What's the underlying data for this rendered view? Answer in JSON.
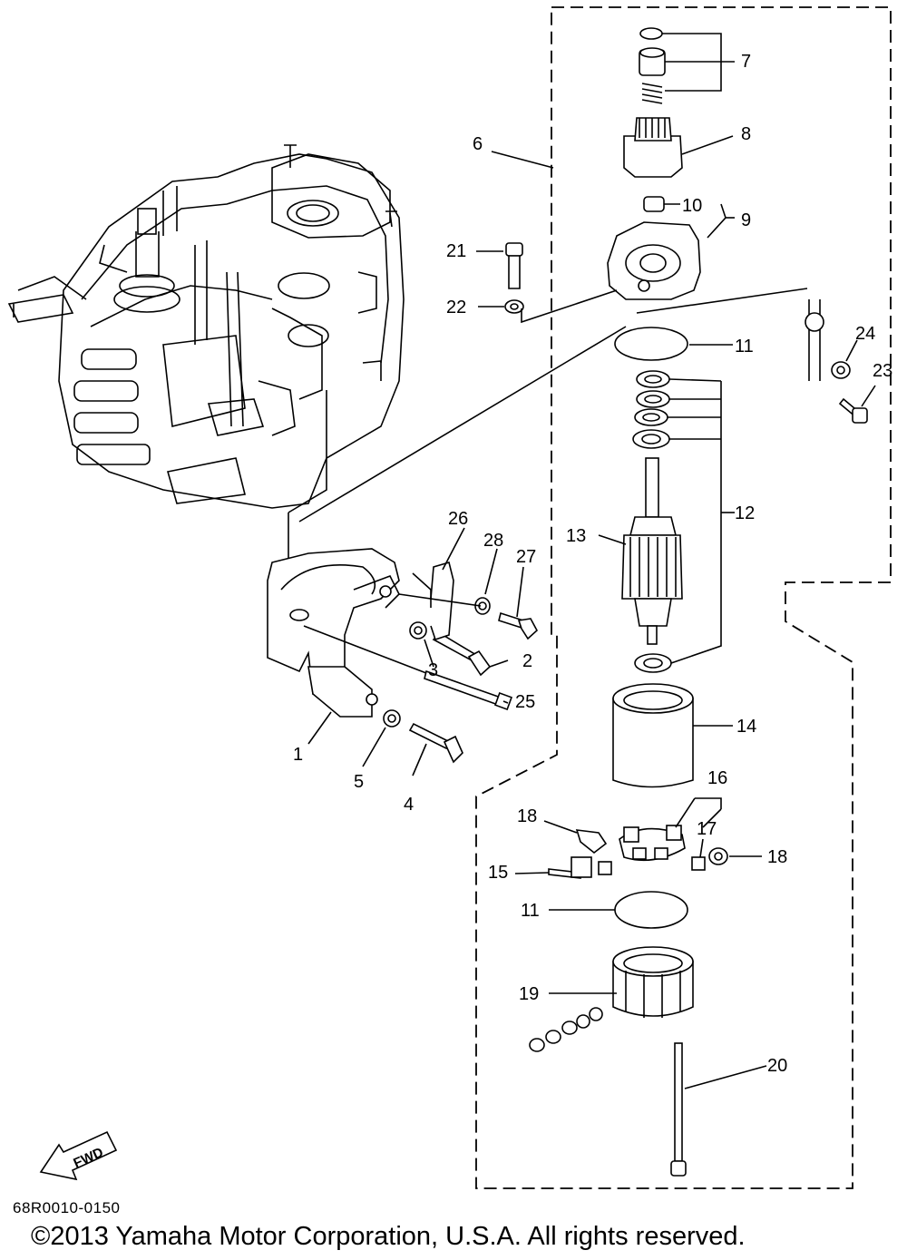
{
  "callouts": [
    {
      "id": "1",
      "label": "1"
    },
    {
      "id": "2",
      "label": "2"
    },
    {
      "id": "3",
      "label": "3"
    },
    {
      "id": "4",
      "label": "4"
    },
    {
      "id": "5",
      "label": "5"
    },
    {
      "id": "6",
      "label": "6"
    },
    {
      "id": "7",
      "label": "7"
    },
    {
      "id": "8",
      "label": "8"
    },
    {
      "id": "9",
      "label": "9"
    },
    {
      "id": "10",
      "label": "10"
    },
    {
      "id": "11a",
      "label": "11"
    },
    {
      "id": "11b",
      "label": "11"
    },
    {
      "id": "12",
      "label": "12"
    },
    {
      "id": "13",
      "label": "13"
    },
    {
      "id": "14",
      "label": "14"
    },
    {
      "id": "15",
      "label": "15"
    },
    {
      "id": "16",
      "label": "16"
    },
    {
      "id": "17",
      "label": "17"
    },
    {
      "id": "18a",
      "label": "18"
    },
    {
      "id": "18b",
      "label": "18"
    },
    {
      "id": "19",
      "label": "19"
    },
    {
      "id": "20",
      "label": "20"
    },
    {
      "id": "21",
      "label": "21"
    },
    {
      "id": "22",
      "label": "22"
    },
    {
      "id": "23",
      "label": "23"
    },
    {
      "id": "24",
      "label": "24"
    },
    {
      "id": "25",
      "label": "25"
    },
    {
      "id": "26",
      "label": "26"
    },
    {
      "id": "27",
      "label": "27"
    },
    {
      "id": "28",
      "label": "28"
    }
  ],
  "fwd_label": "FWD",
  "drawing_code": "68R0010-0150",
  "copyright": "©2013 Yamaha Motor Corporation, U.S.A. All rights reserved."
}
